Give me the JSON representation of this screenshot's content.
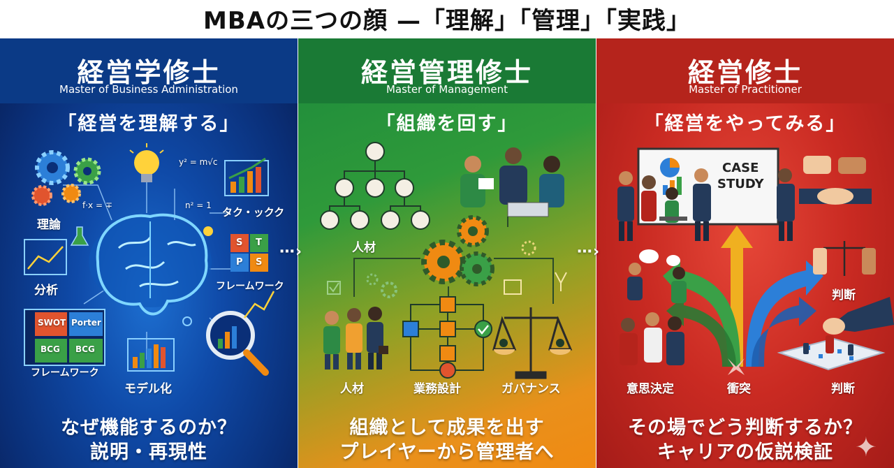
{
  "title": "MBAの三つの顔 —「理解」「管理」「実践」",
  "panels": [
    {
      "title": "経営学修士",
      "subtitle": "Master of Business Administration",
      "motto": "「経営を理解する」",
      "labels": {
        "theory": "理論",
        "technique": "タク・ックク",
        "analysis": "分析",
        "framework1": "フレームワーク",
        "framework2": "フレームワーク",
        "model": "モデル化",
        "formula1": "y² = m√c",
        "formula2": "f·x = ∓",
        "formula3": "n² = 1"
      },
      "matrix": {
        "s": "S",
        "t": "T",
        "p": "P",
        "s2": "S"
      },
      "grid": {
        "a": "SWOT",
        "b": "Porter",
        "c": "BCG",
        "d": "BCG"
      },
      "footer": [
        "なぜ機能するのか？",
        "説明・再現性"
      ]
    },
    {
      "title": "経営管理修士",
      "subtitle": "Master of Management",
      "motto": "「組織を回す」",
      "labels": {
        "people_top": "人材",
        "people": "人材",
        "process": "業務設計",
        "governance": "ガバナンス"
      },
      "footer": [
        "組織として成果を出す",
        "プレイヤーから管理者へ"
      ]
    },
    {
      "title": "経営修士",
      "subtitle": "Master of Practitioner",
      "motto": "「経営をやってみる」",
      "labels": {
        "case1": "CASE",
        "case2": "STUDY",
        "judgment_mid": "判断",
        "decision": "意思決定",
        "conflict": "衝突",
        "judgment": "判断"
      },
      "footer": [
        "その場でどう判断するか？",
        "キャリアの仮説検証"
      ]
    }
  ],
  "arrows": [
    "⋯›",
    "⋯›"
  ],
  "sparkle": "✦",
  "colors": {
    "panel1": "#0b3a86",
    "panel2": "#1a7a35",
    "panel3": "#b5241c",
    "gear_orange": "#f08a12",
    "gear_green": "#3aa047",
    "gear_blue": "#2c7fd8",
    "brain_glow": "#7fd6ff"
  }
}
